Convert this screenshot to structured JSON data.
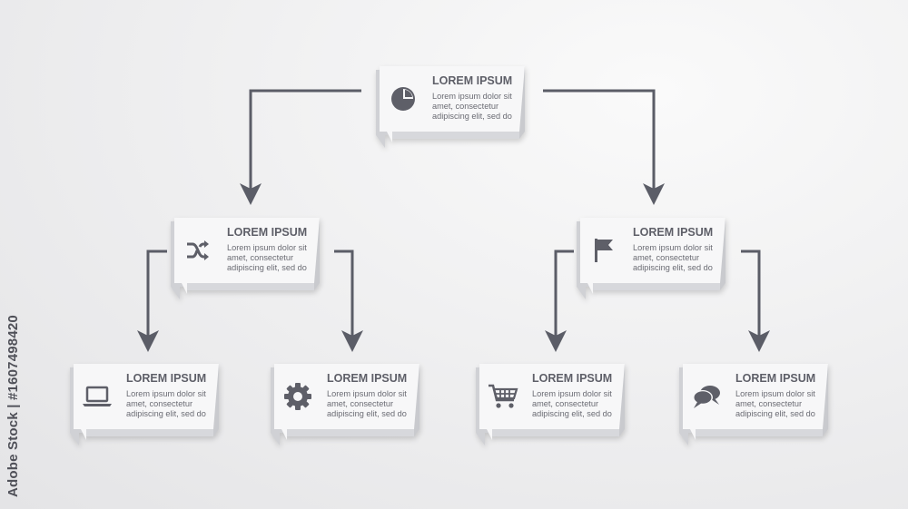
{
  "diagram": {
    "line_color": "#5b5d67",
    "icon_color": "#5e5f68",
    "nodes": [
      {
        "id": "root",
        "icon": "pie-chart-icon",
        "title": "LOREM IPSUM",
        "body": "Lorem ipsum dolor sit amet, consectetur adipiscing elit, sed do"
      },
      {
        "id": "mid-left",
        "icon": "shuffle-icon",
        "title": "LOREM IPSUM",
        "body": "Lorem ipsum dolor sit amet, consectetur adipiscing elit, sed do"
      },
      {
        "id": "mid-right",
        "icon": "flag-icon",
        "title": "LOREM IPSUM",
        "body": "Lorem ipsum dolor sit amet, consectetur adipiscing elit, sed do"
      },
      {
        "id": "leaf-1",
        "icon": "laptop-icon",
        "title": "LOREM IPSUM",
        "body": "Lorem ipsum dolor sit amet, consectetur adipiscing elit, sed do"
      },
      {
        "id": "leaf-2",
        "icon": "gear-icon",
        "title": "LOREM IPSUM",
        "body": "Lorem ipsum dolor sit amet, consectetur adipiscing elit, sed do"
      },
      {
        "id": "leaf-3",
        "icon": "shopping-cart-icon",
        "title": "LOREM IPSUM",
        "body": "Lorem ipsum dolor sit amet, consectetur adipiscing elit, sed do"
      },
      {
        "id": "leaf-4",
        "icon": "chat-bubbles-icon",
        "title": "LOREM IPSUM",
        "body": "Lorem ipsum dolor sit amet, consectetur adipiscing elit, sed do"
      }
    ],
    "edges": [
      {
        "from": "root",
        "to": "mid-left"
      },
      {
        "from": "root",
        "to": "mid-right"
      },
      {
        "from": "mid-left",
        "to": "leaf-1"
      },
      {
        "from": "mid-left",
        "to": "leaf-2"
      },
      {
        "from": "mid-right",
        "to": "leaf-3"
      },
      {
        "from": "mid-right",
        "to": "leaf-4"
      }
    ]
  },
  "watermark": {
    "text": "Adobe Stock | #1607498420"
  }
}
